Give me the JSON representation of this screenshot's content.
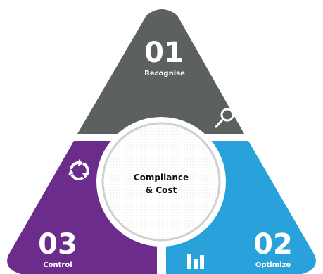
{
  "center": {
    "line1": "Compliance",
    "line2": "& Cost"
  },
  "segments": [
    {
      "number": "01",
      "label": "Recognise",
      "color": "#5c615f",
      "icon": "magnifier-icon"
    },
    {
      "number": "02",
      "label": "Optimize",
      "color": "#29a2dc",
      "icon": "bar-chart-icon"
    },
    {
      "number": "03",
      "label": "Control",
      "color": "#6b2c8c",
      "icon": "cycle-arrows-icon"
    }
  ]
}
